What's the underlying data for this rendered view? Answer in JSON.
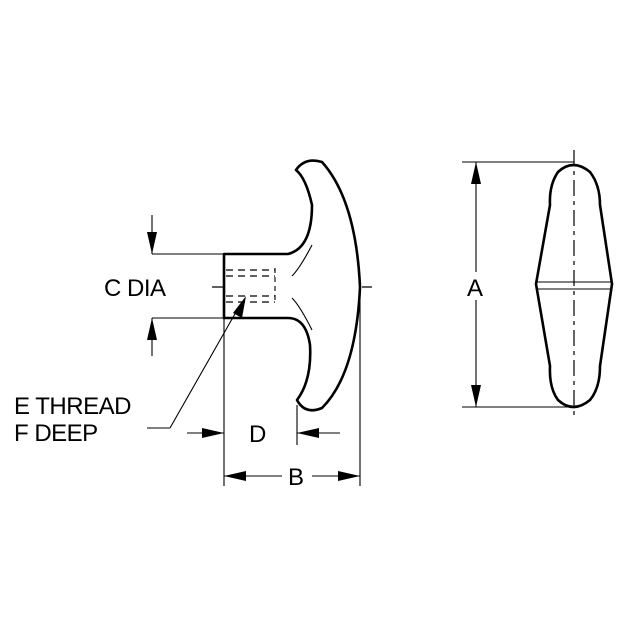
{
  "diagram": {
    "labels": {
      "c": "C DIA",
      "a": "A",
      "b": "B",
      "d": "D",
      "e_line1": "E THREAD",
      "e_line2": "F DEEP"
    }
  }
}
